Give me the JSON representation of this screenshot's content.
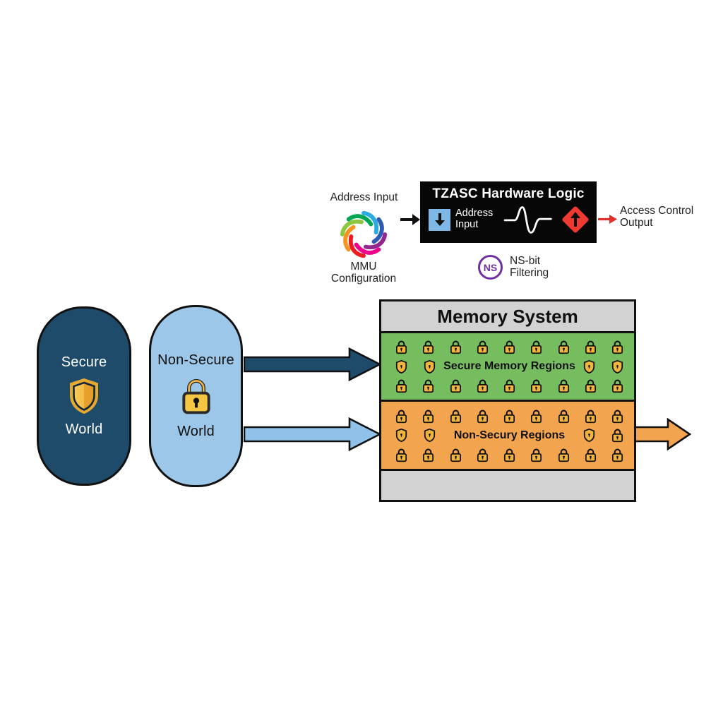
{
  "tzasc": {
    "address_input_label": "Address Input",
    "mmu_config_label": "MMU Configuration",
    "box_title": "TZASC Hardware Logic",
    "box_input_label": "Address Input",
    "access_control_label": "Access Control Output",
    "ns_badge": "NS",
    "ns_filtering_label": "NS-bit Filtering"
  },
  "worlds": {
    "secure": {
      "line1": "Secure",
      "line2": "World"
    },
    "non_secure": {
      "line1": "Non-Secure",
      "line2": "World"
    }
  },
  "memory": {
    "title": "Memory System",
    "regions": [
      {
        "name": "secure",
        "label": "Secure Memory Regions",
        "color": "#76BD5F",
        "row_top": [
          "lock",
          "lock",
          "lock",
          "lock",
          "lock",
          "lock",
          "lock",
          "lock",
          "lock"
        ],
        "mid_left": [
          "shield",
          "shield"
        ],
        "mid_right": [
          "shield",
          "shield"
        ],
        "row_bottom": [
          "lock",
          "lock",
          "lock",
          "lock",
          "lock",
          "lock",
          "lock",
          "lock",
          "lock"
        ]
      },
      {
        "name": "non_secure",
        "label": "Non-Secury Regions",
        "color": "#F2A44E",
        "row_top": [
          "lock",
          "lock",
          "lock",
          "lock",
          "lock",
          "lock",
          "lock",
          "lock",
          "lock"
        ],
        "mid_left": [
          "shield",
          "shield"
        ],
        "mid_right": [
          "shield",
          "lock"
        ],
        "row_bottom": [
          "lock",
          "lock",
          "lock",
          "lock",
          "lock",
          "lock",
          "lock",
          "lock",
          "lock"
        ]
      }
    ]
  },
  "colors": {
    "secure_world": "#1F4B6B",
    "non_secure_world": "#9CC7E8",
    "secure_region": "#76BD5F",
    "non_secure_region": "#F2A44E",
    "memory_frame": "#D2D2D2",
    "tzasc_box": "#070707",
    "gold_icon": "#F0B43F",
    "ns_purple": "#7030A0",
    "alert_red": "#EE3A31",
    "address_square_blue": "#7FB8E6",
    "output_arrow_orange": "#F2A44E"
  }
}
